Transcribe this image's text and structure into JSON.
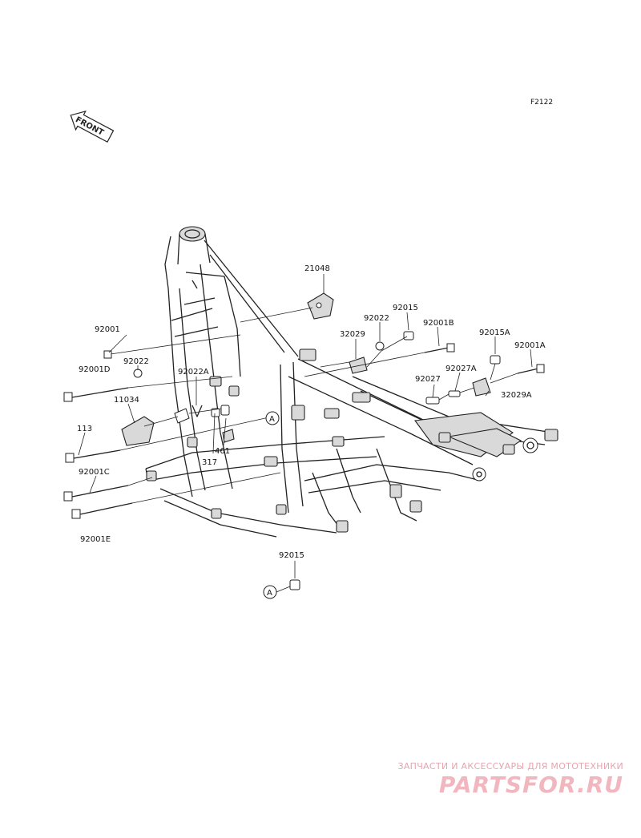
{
  "figure_id": "F2122",
  "front_label": "FRONT",
  "callout_letter": "A",
  "parts": {
    "p21048": "21048",
    "p92001": "92001",
    "p92022_left": "92022",
    "p92001D": "92001D",
    "p11034": "11034",
    "p92022A": "92022A",
    "p113": "113",
    "p92001C": "92001C",
    "p92001E": "92001E",
    "p317": "317",
    "p461": "461",
    "p32029": "32029",
    "p92022_right": "92022",
    "p92015_top": "92015",
    "p92001B": "92001B",
    "p92015A": "92015A",
    "p92001A": "92001A",
    "p92027A": "92027A",
    "p92027": "92027",
    "p32029A": "32029A",
    "p92015_bottom": "92015"
  },
  "watermark": {
    "tagline": "ЗАПЧАСТИ И АКСЕССУАРЫ ДЛЯ МОТОТЕХНИКИ",
    "logo": "PARTSFOR.RU"
  },
  "colors": {
    "line": "#222222",
    "watermark": "#f2b6bf"
  }
}
